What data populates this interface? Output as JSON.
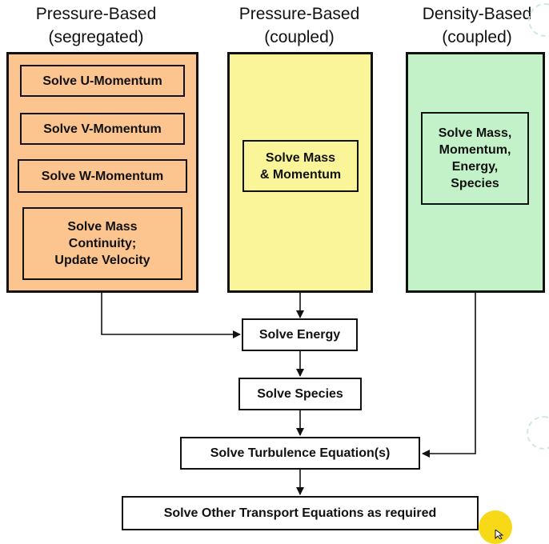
{
  "columns": [
    {
      "title_line1": "Pressure-Based",
      "title_line2": "(segregated)",
      "color": "#fcc48f"
    },
    {
      "title_line1": "Pressure-Based",
      "title_line2": "(coupled)",
      "color": "#fbf59a"
    },
    {
      "title_line1": "Density-Based",
      "title_line2": "(coupled)",
      "color": "#c3f2c9"
    }
  ],
  "segregated_steps": {
    "u_momentum": "Solve U-Momentum",
    "v_momentum": "Solve V-Momentum",
    "w_momentum": "Solve W-Momentum",
    "mass_line1": "Solve Mass",
    "mass_line2": "Continuity;",
    "mass_line3": "Update Velocity"
  },
  "coupled_step": {
    "line1": "Solve Mass",
    "line2": "& Momentum"
  },
  "density_step": {
    "line1": "Solve Mass,",
    "line2": "Momentum,",
    "line3": "Energy,",
    "line4": "Species"
  },
  "common_steps": {
    "energy": "Solve Energy",
    "species": "Solve Species",
    "turbulence": "Solve Turbulence Equation(s)",
    "other": "Solve Other Transport Equations as required"
  }
}
